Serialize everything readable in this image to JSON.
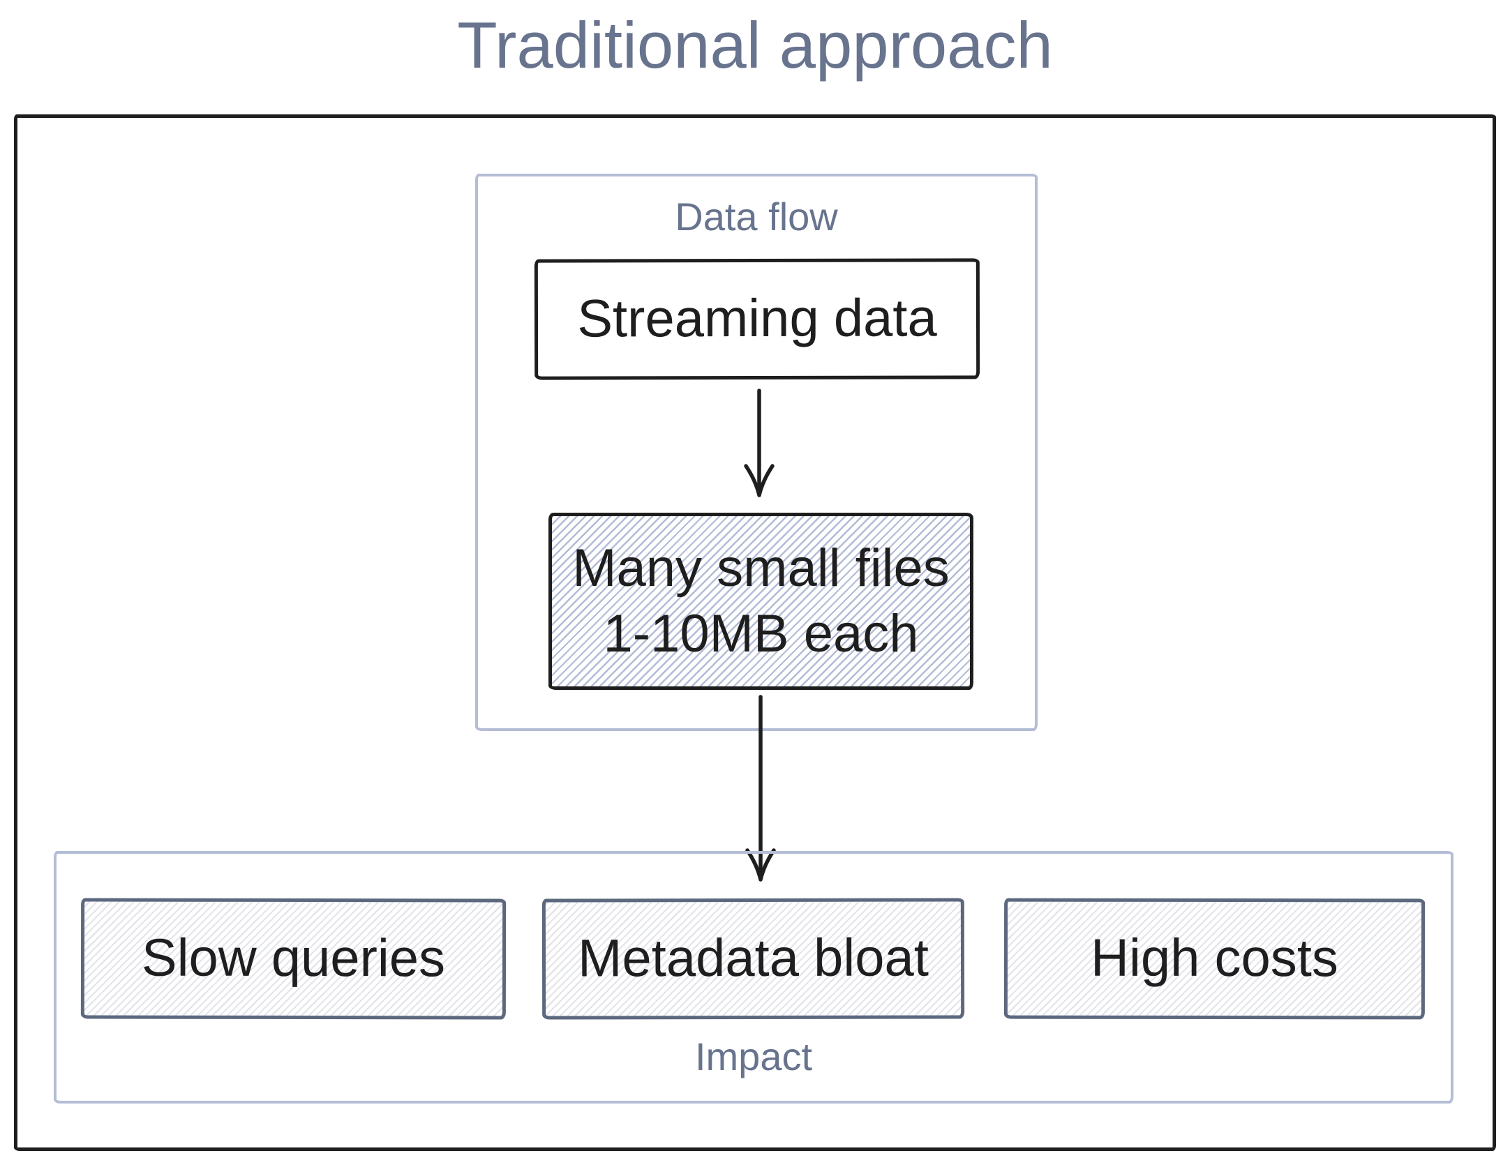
{
  "title": "Traditional approach",
  "colors": {
    "ink": "#1e1e1e",
    "heading_text": "#68748E",
    "group_border": "#b4bdd6",
    "impact_box_border": "#5c687e",
    "hatch_blue": "#b3bcd7",
    "hatch_light": "#e3e5eb",
    "background": "#ffffff"
  },
  "data_flow": {
    "label": "Data flow",
    "streaming_node": "Streaming data",
    "files_node": "Many small files\n1-10MB each"
  },
  "connectors": {
    "streaming_to_files": "arrow-down",
    "files_to_impact": "arrow-down"
  },
  "impact": {
    "label": "Impact",
    "items": [
      {
        "label": "Slow queries"
      },
      {
        "label": "Metadata bloat"
      },
      {
        "label": "High costs"
      }
    ]
  }
}
